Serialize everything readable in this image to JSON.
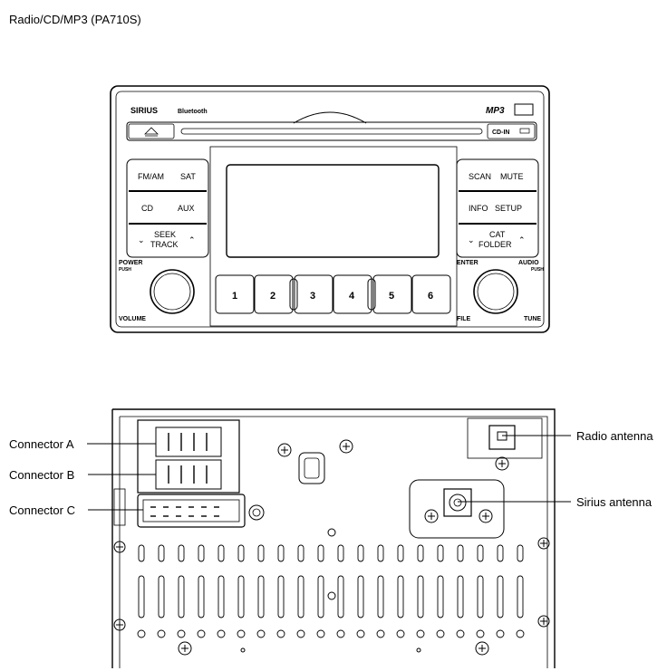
{
  "title": "Radio/CD/MP3 (PA710S)",
  "front_panel": {
    "brand_left": "SIRIUS",
    "bluetooth": "Bluetooth",
    "brand_right": "MP3",
    "cd_in": "CD-IN",
    "left_buttons": [
      {
        "left": "FM/AM",
        "right": "SAT"
      },
      {
        "left": "CD",
        "right": "AUX"
      },
      {
        "top": "SEEK",
        "bottom": "TRACK"
      }
    ],
    "right_buttons": [
      {
        "left": "SCAN",
        "right": "MUTE"
      },
      {
        "left": "INFO",
        "right": "SETUP"
      },
      {
        "top": "CAT",
        "bottom": "FOLDER"
      }
    ],
    "power": "POWER",
    "power_push": "PUSH",
    "volume": "VOLUME",
    "enter": "ENTER",
    "audio": "AUDIO",
    "audio_push": "PUSH",
    "file": "FILE",
    "tune": "TUNE",
    "presets": [
      "1",
      "2",
      "3",
      "4",
      "5",
      "6"
    ]
  },
  "rear_panel": {
    "callouts": {
      "connector_a": "Connector A",
      "connector_b": "Connector B",
      "connector_c": "Connector C",
      "radio_antenna": "Radio antenna",
      "sirius_antenna": "Sirius antenna"
    }
  }
}
